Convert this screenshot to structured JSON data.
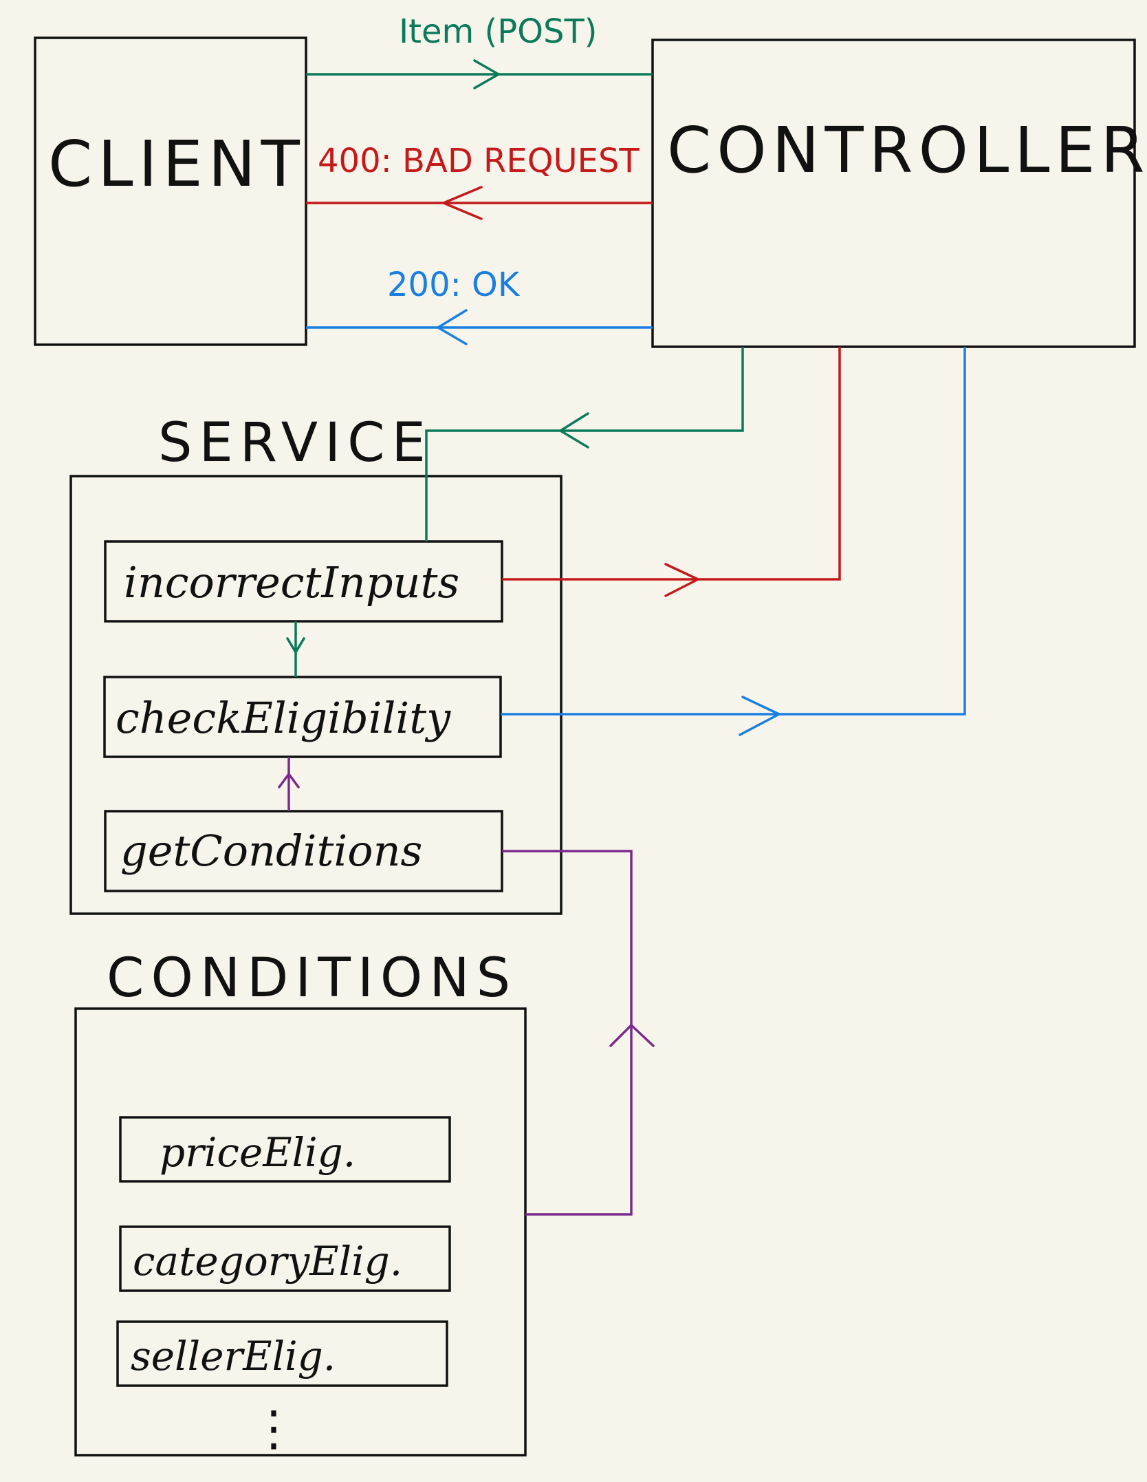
{
  "colors": {
    "background": "#f7f5eb",
    "ink": "#111111",
    "post": "#0b7a5a",
    "bad_request": "#c41a1a",
    "ok": "#1a7fe0",
    "conditions": "#7b2a8c"
  },
  "nodes": {
    "client": "CLIENT",
    "controller": "CONTROLLER",
    "service": "SERVICE",
    "conditions": "CONDITIONS"
  },
  "service_functions": [
    "incorrectInputs",
    "checkEligibility",
    "getConditions"
  ],
  "condition_items": [
    "priceElig.",
    "categoryElig.",
    "sellerElig."
  ],
  "continuation": "⋮",
  "messages": {
    "post": "Item (POST)",
    "bad_request": "400: BAD REQUEST",
    "ok": "200: OK"
  }
}
